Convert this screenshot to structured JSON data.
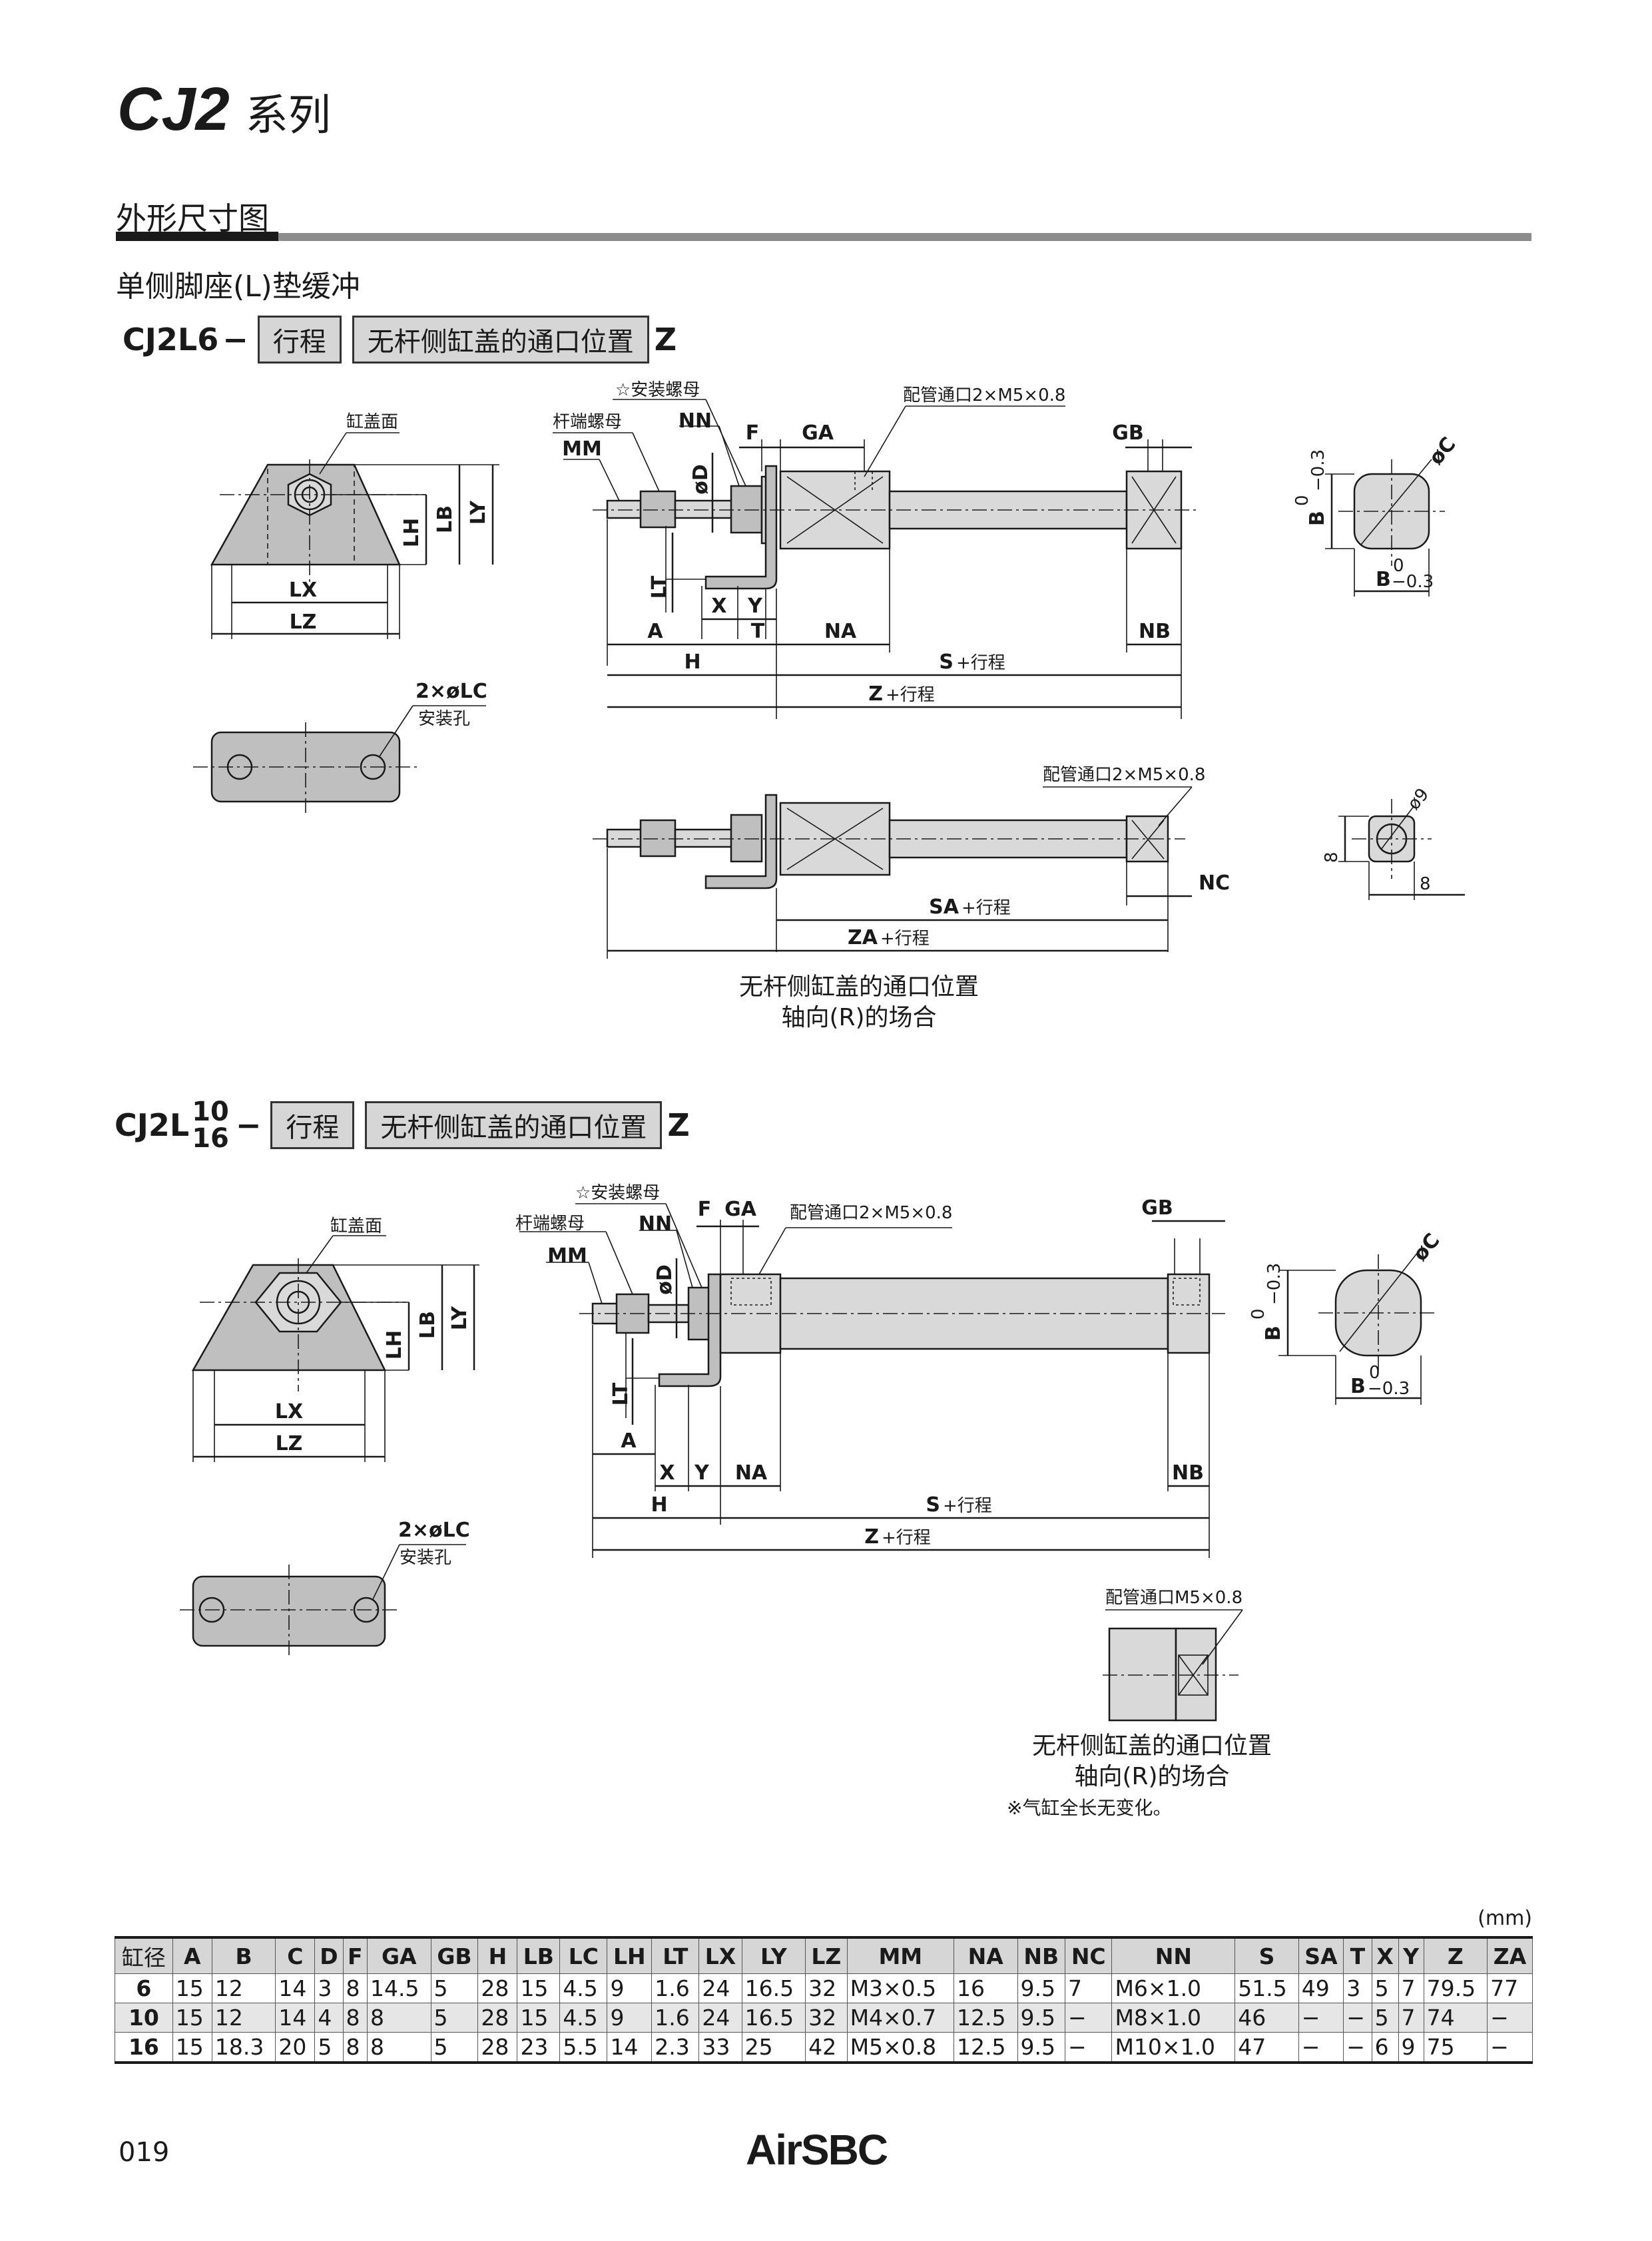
{
  "header": {
    "model": "CJ2",
    "series_suffix": "系列"
  },
  "section": {
    "title": "外形尺寸图",
    "subtitle": "单侧脚座(L)垫缓冲"
  },
  "code1": {
    "prefix": "CJ2L6",
    "dash": "−",
    "box1": "行程",
    "box2": "无杆侧缸盖的通口位置",
    "suffix": "Z"
  },
  "code2": {
    "prefix": "CJ2L",
    "bore_top": "10",
    "bore_bottom": "16",
    "dash": "−",
    "box1": "行程",
    "box2": "无杆侧缸盖的通口位置",
    "suffix": "Z"
  },
  "labels": {
    "cover_face": "缸盖面",
    "mounting_nut": "☆安装螺母",
    "rod_end_nut": "杆端螺母",
    "port_2x": "配管通口2×M5×0.8",
    "port_1": "配管通口M5×0.8",
    "mounting_hole_dim": "2×øLC",
    "mounting_hole": "安装孔",
    "plus_stroke": "+行程",
    "dim_8": "8",
    "dim_phi9": "ø9",
    "tol_zero": "0",
    "tol_minus": "−0.3"
  },
  "dims": {
    "MM": "MM",
    "NN": "NN",
    "F": "F",
    "GA": "GA",
    "GB": "GB",
    "D": "øD",
    "C": "øC",
    "B": "B",
    "LH": "LH",
    "LB": "LB",
    "LY": "LY",
    "LX": "LX",
    "LZ": "LZ",
    "LT": "LT",
    "X": "X",
    "Y": "Y",
    "A": "A",
    "T": "T",
    "H": "H",
    "NA": "NA",
    "NB": "NB",
    "NC": "NC",
    "S": "S",
    "Z": "Z",
    "SA": "SA",
    "ZA": "ZA"
  },
  "captions": {
    "axial_line1": "无杆侧缸盖的通口位置",
    "axial_line2": "轴向(R)的场合",
    "note": "※气缸全长无变化。"
  },
  "table": {
    "unit": "(mm)",
    "headers": [
      "缸径",
      "A",
      "B",
      "C",
      "D",
      "F",
      "GA",
      "GB",
      "H",
      "LB",
      "LC",
      "LH",
      "LT",
      "LX",
      "LY",
      "LZ",
      "MM",
      "NA",
      "NB",
      "NC",
      "NN",
      "S",
      "SA",
      "T",
      "X",
      "Y",
      "Z",
      "ZA"
    ],
    "rows": [
      [
        "6",
        "15",
        "12",
        "14",
        "3",
        "8",
        "14.5",
        "5",
        "28",
        "15",
        "4.5",
        "9",
        "1.6",
        "24",
        "16.5",
        "32",
        "M3×0.5",
        "16",
        "9.5",
        "7",
        "M6×1.0",
        "51.5",
        "49",
        "3",
        "5",
        "7",
        "79.5",
        "77"
      ],
      [
        "10",
        "15",
        "12",
        "14",
        "4",
        "8",
        "8",
        "5",
        "28",
        "15",
        "4.5",
        "9",
        "1.6",
        "24",
        "16.5",
        "32",
        "M4×0.7",
        "12.5",
        "9.5",
        "−",
        "M8×1.0",
        "46",
        "−",
        "−",
        "5",
        "7",
        "74",
        "−"
      ],
      [
        "16",
        "15",
        "18.3",
        "20",
        "5",
        "8",
        "8",
        "5",
        "28",
        "23",
        "5.5",
        "14",
        "2.3",
        "33",
        "25",
        "42",
        "M5×0.8",
        "12.5",
        "9.5",
        "−",
        "M10×1.0",
        "47",
        "−",
        "−",
        "6",
        "9",
        "75",
        "−"
      ]
    ]
  },
  "footer": {
    "page": "019",
    "brand": "AirSBC"
  }
}
